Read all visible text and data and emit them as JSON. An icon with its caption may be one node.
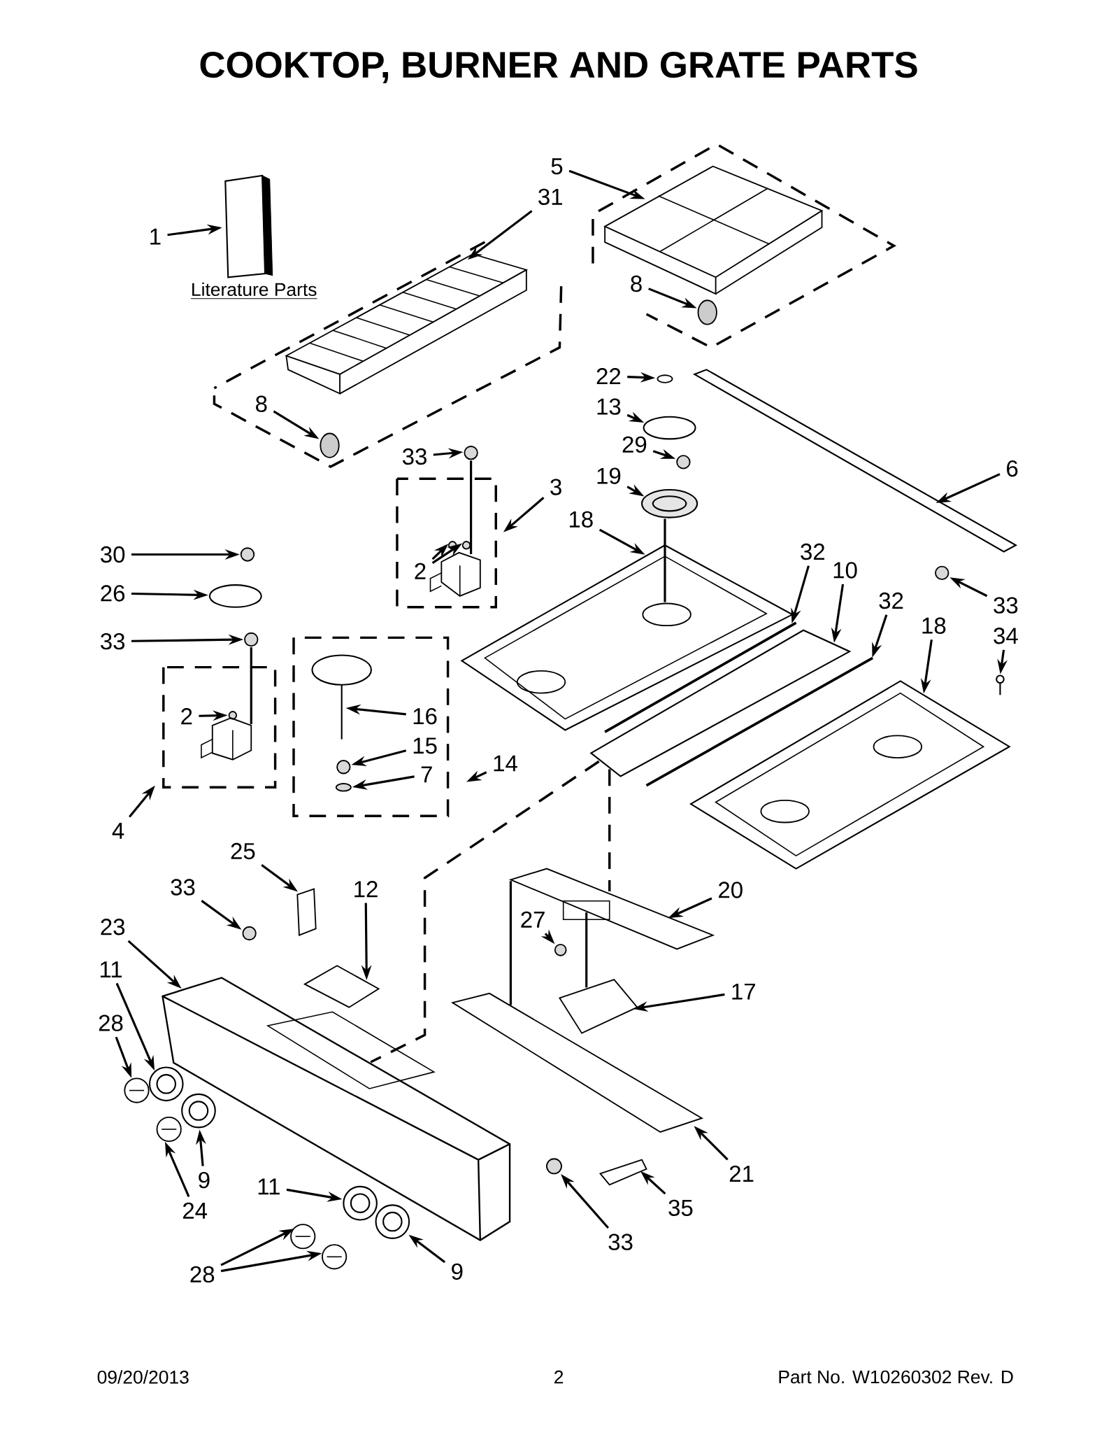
{
  "diagram": {
    "title": "COOKTOP, BURNER AND GRATE PARTS",
    "nodes": [
      {
        "text": [
          "1"
        ]
      },
      {
        "text": [
          "5"
        ]
      },
      {
        "text": [
          "31"
        ]
      },
      {
        "text": [
          "8"
        ]
      },
      {
        "text": [
          "22"
        ]
      },
      {
        "text": [
          "13"
        ]
      },
      {
        "text": [
          "29"
        ]
      },
      {
        "text": [
          "19"
        ]
      },
      {
        "text": [
          "8"
        ]
      },
      {
        "text": [
          "33"
        ]
      },
      {
        "text": [
          "3"
        ]
      },
      {
        "text": [
          "6"
        ]
      },
      {
        "text": [
          "18"
        ]
      },
      {
        "text": [
          "2"
        ]
      },
      {
        "text": [
          "30"
        ]
      },
      {
        "text": [
          "26"
        ]
      },
      {
        "text": [
          "33"
        ]
      },
      {
        "text": [
          "32"
        ]
      },
      {
        "text": [
          "10"
        ]
      },
      {
        "text": [
          "32"
        ]
      },
      {
        "text": [
          "18"
        ]
      },
      {
        "text": [
          "33"
        ]
      },
      {
        "text": [
          "34"
        ]
      },
      {
        "text": [
          "2"
        ]
      },
      {
        "text": [
          "16"
        ]
      },
      {
        "text": [
          "15"
        ]
      },
      {
        "text": [
          "7"
        ]
      },
      {
        "text": [
          "14"
        ]
      },
      {
        "text": [
          "4"
        ]
      },
      {
        "text": [
          "25"
        ]
      },
      {
        "text": [
          "33"
        ]
      },
      {
        "text": [
          "12"
        ]
      },
      {
        "text": [
          "20"
        ]
      },
      {
        "text": [
          "23"
        ]
      },
      {
        "text": [
          "27"
        ]
      },
      {
        "text": [
          "11"
        ]
      },
      {
        "text": [
          "28"
        ]
      },
      {
        "text": [
          "17"
        ]
      },
      {
        "text": [
          "9"
        ]
      },
      {
        "text": [
          "24"
        ]
      },
      {
        "text": [
          "11"
        ]
      },
      {
        "text": [
          "33"
        ]
      },
      {
        "text": [
          "35"
        ]
      },
      {
        "text": [
          "21"
        ]
      },
      {
        "text": [
          "28"
        ]
      },
      {
        "text": [
          "9"
        ]
      },
      {
        "text": [],
        "shape": "box"
      },
      {
        "text": [],
        "shape": "picture"
      },
      {
        "text": [],
        "shape": "picture"
      },
      {
        "text": [],
        "shape": "circle"
      },
      {
        "text": [],
        "shape": "circle"
      },
      {
        "text": [],
        "shape": "circle"
      },
      {
        "text": [],
        "shape": "circle"
      },
      {
        "text": [],
        "shape": "circle"
      },
      {
        "text": [],
        "shape": "circle"
      },
      {
        "text": [],
        "shape": "circle"
      },
      {
        "text": [],
        "shape": "bar"
      },
      {
        "text": [],
        "shape": "picture"
      },
      {
        "text": [],
        "shape": "circle"
      },
      {
        "text": [],
        "shape": "circle"
      },
      {
        "text": [],
        "shape": "circle"
      },
      {
        "text": [],
        "shape": "circle"
      },
      {
        "text": [],
        "shape": "circle"
      },
      {
        "text": [],
        "shape": "bar"
      },
      {
        "text": [],
        "shape": "bar"
      },
      {
        "text": [],
        "shape": "bar"
      },
      {
        "text": [],
        "shape": "picture"
      },
      {
        "text": [],
        "shape": "circle"
      },
      {
        "text": [],
        "shape": "picture"
      },
      {
        "text": [],
        "shape": "circle"
      },
      {
        "text": [],
        "shape": "picture"
      },
      {
        "text": [],
        "shape": "circle"
      },
      {
        "text": [],
        "shape": "circle"
      },
      {
        "text": [],
        "shape": "box"
      },
      {
        "text": [],
        "shape": "circle"
      },
      {
        "text": [],
        "shape": "box"
      },
      {
        "text": [],
        "shape": "picture"
      },
      {
        "text": [],
        "shape": "picture"
      },
      {
        "text": [],
        "shape": "circle"
      },
      {
        "text": [],
        "shape": "circle"
      },
      {
        "text": [],
        "shape": "circle"
      },
      {
        "text": [],
        "shape": "box"
      },
      {
        "text": [],
        "shape": "circle"
      },
      {
        "text": [],
        "shape": "circle"
      },
      {
        "text": [],
        "shape": "circle"
      },
      {
        "text": [],
        "shape": "circle"
      },
      {
        "text": [],
        "shape": "box"
      },
      {
        "text": [],
        "shape": "bar"
      },
      {
        "text": [],
        "shape": "circle"
      },
      {
        "text": [],
        "shape": "circle"
      },
      {
        "text": [],
        "shape": "circle"
      },
      {
        "text": [],
        "shape": "picture"
      },
      {
        "text": [],
        "shape": "picture"
      }
    ],
    "edges": [
      {
        "from": 0,
        "to": 46,
        "arrow": "to"
      },
      {
        "from": 1,
        "to": 47,
        "arrow": "to"
      },
      {
        "from": 2,
        "to": 48,
        "arrow": "to"
      },
      {
        "from": 3,
        "to": 49,
        "arrow": "to"
      },
      {
        "from": 4,
        "to": 50,
        "arrow": "to"
      },
      {
        "from": 5,
        "to": 51,
        "arrow": "to"
      },
      {
        "from": 6,
        "to": 52,
        "arrow": "to"
      },
      {
        "from": 7,
        "to": 53,
        "arrow": "to"
      },
      {
        "from": 8,
        "to": 54,
        "arrow": "to"
      },
      {
        "from": 9,
        "to": 55,
        "arrow": "to"
      },
      {
        "from": 10,
        "to": null,
        "arrow": "to"
      },
      {
        "from": 11,
        "to": 56,
        "arrow": "to"
      },
      {
        "from": 12,
        "to": 57,
        "arrow": "to"
      },
      {
        "from": 13,
        "to": 58,
        "arrow": "to"
      },
      {
        "from": 13,
        "to": 59,
        "arrow": "to"
      },
      {
        "from": 14,
        "to": 60,
        "arrow": "to"
      },
      {
        "from": 15,
        "to": 61,
        "arrow": "to"
      },
      {
        "from": 16,
        "to": 62,
        "arrow": "to"
      },
      {
        "from": 17,
        "to": 63,
        "arrow": "to"
      },
      {
        "from": 18,
        "to": 64,
        "arrow": "to"
      },
      {
        "from": 19,
        "to": 65,
        "arrow": "to"
      },
      {
        "from": 20,
        "to": 66,
        "arrow": "to"
      },
      {
        "from": 21,
        "to": 67,
        "arrow": "to"
      },
      {
        "from": 22,
        "to": 68,
        "arrow": "to"
      },
      {
        "from": 23,
        "to": 69,
        "arrow": "to"
      },
      {
        "from": 24,
        "to": 70,
        "arrow": "to"
      },
      {
        "from": 25,
        "to": 71,
        "arrow": "to"
      },
      {
        "from": 26,
        "to": 72,
        "arrow": "to"
      },
      {
        "from": 27,
        "to": null,
        "arrow": "to"
      },
      {
        "from": 28,
        "to": null,
        "arrow": "to"
      },
      {
        "from": 29,
        "to": 73,
        "arrow": "to"
      },
      {
        "from": 30,
        "to": 74,
        "arrow": "to"
      },
      {
        "from": 31,
        "to": 75,
        "arrow": "to"
      },
      {
        "from": 32,
        "to": 76,
        "arrow": "to"
      },
      {
        "from": 33,
        "to": 77,
        "arrow": "to"
      },
      {
        "from": 34,
        "to": 78,
        "arrow": "to"
      },
      {
        "from": 35,
        "to": 79,
        "arrow": "to"
      },
      {
        "from": 36,
        "to": 80,
        "arrow": "to"
      },
      {
        "from": 37,
        "to": 81,
        "arrow": "to"
      },
      {
        "from": 38,
        "to": 82,
        "arrow": "to"
      },
      {
        "from": 39,
        "to": 83,
        "arrow": "to"
      },
      {
        "from": 40,
        "to": 84,
        "arrow": "to"
      },
      {
        "from": 41,
        "to": 85,
        "arrow": "to"
      },
      {
        "from": 42,
        "to": 86,
        "arrow": "to"
      },
      {
        "from": 43,
        "to": 87,
        "arrow": "to"
      },
      {
        "from": 44,
        "to": 88,
        "arrow": "to"
      },
      {
        "from": 44,
        "to": 89,
        "arrow": "to"
      },
      {
        "from": 45,
        "to": 90,
        "arrow": "to"
      },
      {
        "from": 53,
        "to": 57,
        "arrow": "none"
      },
      {
        "from": 55,
        "to": 91,
        "arrow": "none"
      },
      {
        "from": 62,
        "to": 92,
        "arrow": "none"
      },
      {
        "from": 64,
        "to": 76,
        "arrow": "none",
        "style": "dashed"
      },
      {
        "from": 64,
        "to": 77,
        "arrow": "none",
        "style": "dashed"
      },
      {
        "from": 76,
        "to": 87,
        "arrow": "none"
      },
      {
        "from": 76,
        "to": 81,
        "arrow": "none"
      }
    ],
    "labels": [
      "Literature Parts",
      "09/20/2013",
      "2",
      "Part No. W10260302  Rev. D"
    ]
  }
}
